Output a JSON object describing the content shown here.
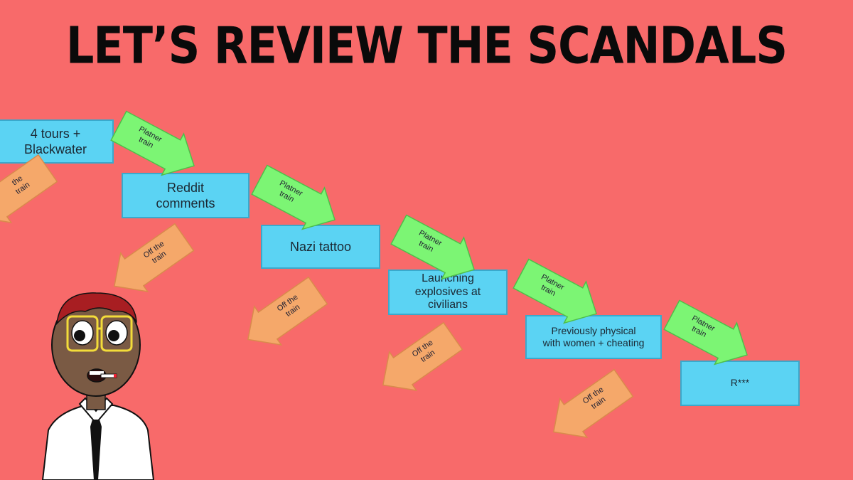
{
  "title": "LET’S REVIEW THE SCANDALS",
  "colors": {
    "background": "#f86a6a",
    "box_fill": "#5bd3f3",
    "platner_arrow": "#7cf574",
    "off_arrow": "#f5a86a"
  },
  "boxes": [
    {
      "label": "4 tours +\nBlackwater"
    },
    {
      "label": "Reddit\ncomments"
    },
    {
      "label": "Nazi tattoo"
    },
    {
      "label": "Launching\nexplosives at\ncivilians"
    },
    {
      "label": "Previously physical\nwith women + cheating"
    },
    {
      "label": "R***"
    }
  ],
  "platner_arrows": [
    {
      "label": "Platner\ntrain"
    },
    {
      "label": "Platner\ntrain"
    },
    {
      "label": "Platner\ntrain"
    },
    {
      "label": "Platner\ntrain"
    },
    {
      "label": "Platner\ntrain"
    }
  ],
  "off_arrows": [
    {
      "label": "the\ntrain"
    },
    {
      "label": "Off the\ntrain"
    },
    {
      "label": "Off the\ntrain"
    },
    {
      "label": "Off the\ntrain"
    },
    {
      "label": "Off the\ntrain"
    }
  ]
}
